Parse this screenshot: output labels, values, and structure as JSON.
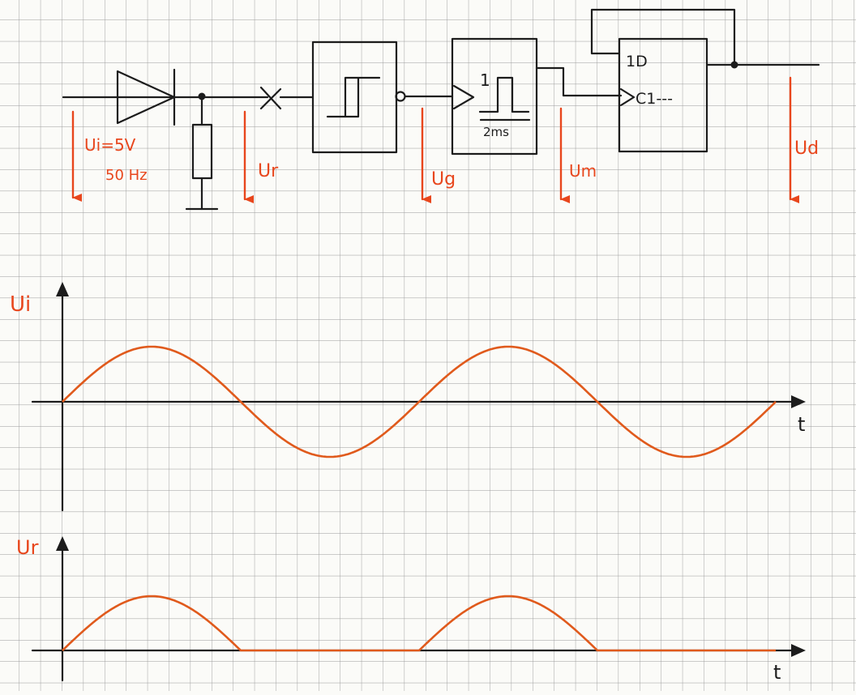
{
  "circuit": {
    "input_label": "Ui=5V",
    "input_freq": "50 Hz",
    "ur_label": "Ur",
    "ug_label": "Ug",
    "um_label": "Um",
    "ud_label": "Ud",
    "monoflop_output": "1",
    "monoflop_pulse": "2ms",
    "flipflop_d": "1D",
    "flipflop_clock": "C1---"
  },
  "graph_ui": {
    "ylabel": "Ui",
    "xlabel": "t"
  },
  "graph_ur": {
    "ylabel": "Ur",
    "xlabel": "t"
  },
  "colors": {
    "ink": "#1c1c1c",
    "accent": "#e8461c",
    "grid": "#9a9a9a",
    "paper": "#fbfbf8"
  }
}
